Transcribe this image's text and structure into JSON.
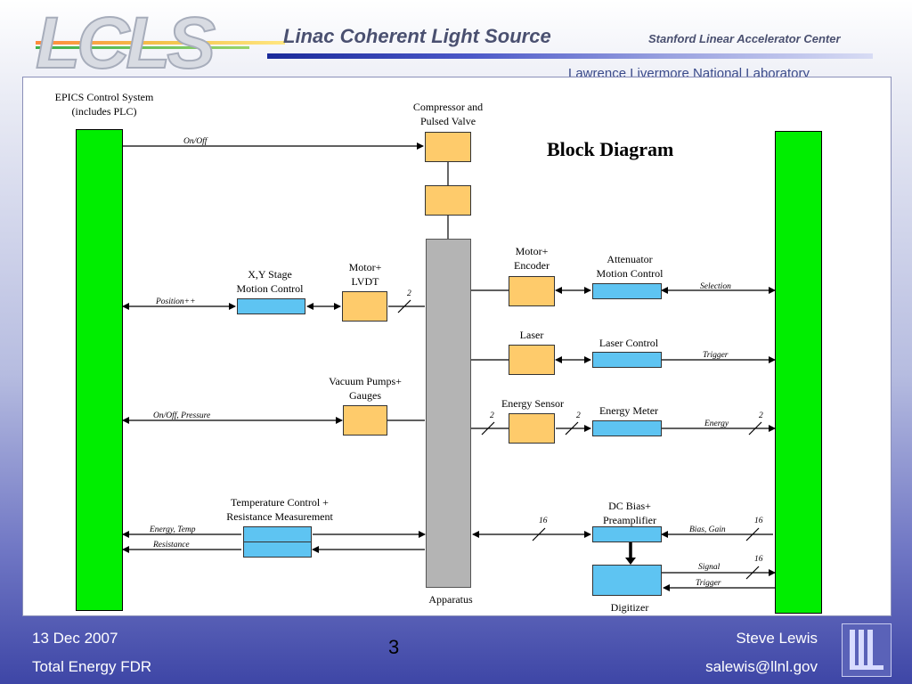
{
  "header": {
    "logo_text": "LCLS",
    "title": "Linac Coherent Light Source",
    "slac": "Stanford Linear Accelerator Center",
    "llnl": "Lawrence Livermore National Laboratory"
  },
  "diagram": {
    "heading": "Block Diagram",
    "epics_line1": "EPICS Control System",
    "epics_line2": "(includes PLC)",
    "compressor_line1": "Compressor and",
    "compressor_line2": "Pulsed Valve",
    "xy_line1": "X,Y Stage",
    "xy_line2": "Motion Control",
    "motor_lvdt_line1": "Motor+",
    "motor_lvdt_line2": "LVDT",
    "motor_enc_line1": "Motor+",
    "motor_enc_line2": "Encoder",
    "attenuator_line1": "Attenuator",
    "attenuator_line2": "Motion Control",
    "laser": "Laser",
    "laser_control": "Laser Control",
    "vacuum_line1": "Vacuum Pumps+",
    "vacuum_line2": "Gauges",
    "energy_sensor": "Energy Sensor",
    "energy_meter": "Energy Meter",
    "temp_line1": "Temperature Control +",
    "temp_line2": "Resistance Measurement",
    "dcbias_line1": "DC Bias+",
    "dcbias_line2": "Preamplifier",
    "apparatus": "Apparatus",
    "digitizer": "Digitizer",
    "signals": {
      "onoff": "On/Off",
      "position": "Position++",
      "onoff_pressure": "On/Off, Pressure",
      "energy_temp": "Energy, Temp",
      "resistance": "Resistance",
      "selection": "Selection",
      "trigger1": "Trigger",
      "energy": "Energy",
      "bias_gain": "Bias, Gain",
      "signal": "Signal",
      "trigger2": "Trigger"
    },
    "widths": {
      "lvdt": "2",
      "sensor_left": "2",
      "sensor_right": "2",
      "energy_out": "2",
      "preamp_in": "16",
      "bias_out": "16",
      "signal_out": "16"
    }
  },
  "footer": {
    "date": "13 Dec 2007",
    "subtitle": "Total Energy FDR",
    "page": "3",
    "author": "Steve Lewis",
    "email": "salewis@llnl.gov"
  }
}
